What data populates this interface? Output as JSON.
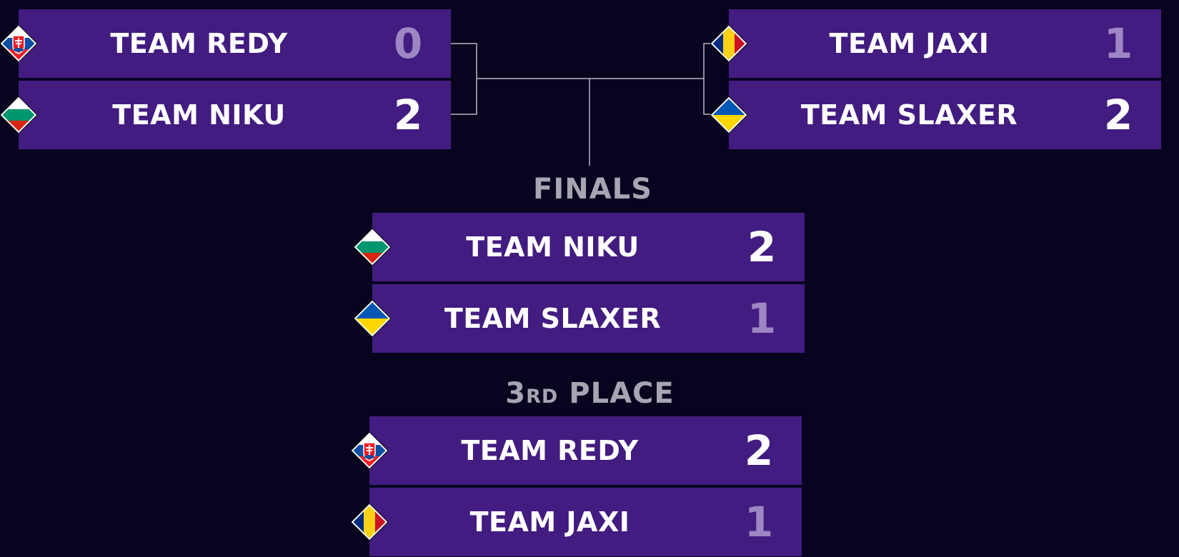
{
  "semifinals": {
    "left": {
      "teams": [
        {
          "name": "TEAM REDY",
          "score": "0",
          "result": "lose",
          "flag": "slovakia-flag-icon"
        },
        {
          "name": "TEAM NIKU",
          "score": "2",
          "result": "win",
          "flag": "bulgaria-flag-icon"
        }
      ]
    },
    "right": {
      "teams": [
        {
          "name": "TEAM JAXI",
          "score": "1",
          "result": "lose",
          "flag": "romania-flag-icon"
        },
        {
          "name": "TEAM SLAXER",
          "score": "2",
          "result": "win",
          "flag": "ukraine-flag-icon"
        }
      ]
    }
  },
  "finals": {
    "label": "FINALS",
    "teams": [
      {
        "name": "TEAM NIKU",
        "score": "2",
        "result": "win",
        "flag": "bulgaria-flag-icon"
      },
      {
        "name": "TEAM SLAXER",
        "score": "1",
        "result": "lose",
        "flag": "ukraine-flag-icon"
      }
    ]
  },
  "third_place": {
    "label_prefix": "3",
    "label_suffix": "RD",
    "label_main": "PLACE",
    "teams": [
      {
        "name": "TEAM REDY",
        "score": "2",
        "result": "win",
        "flag": "slovakia-flag-icon"
      },
      {
        "name": "TEAM JAXI",
        "score": "1",
        "result": "lose",
        "flag": "romania-flag-icon"
      }
    ]
  },
  "colors": {
    "background": "#080420",
    "row": "#421c80",
    "win_score": "#ffffff",
    "lose_score": "#9d86c4",
    "label": "#a8a5b2",
    "connector": "#b9b5c4"
  }
}
